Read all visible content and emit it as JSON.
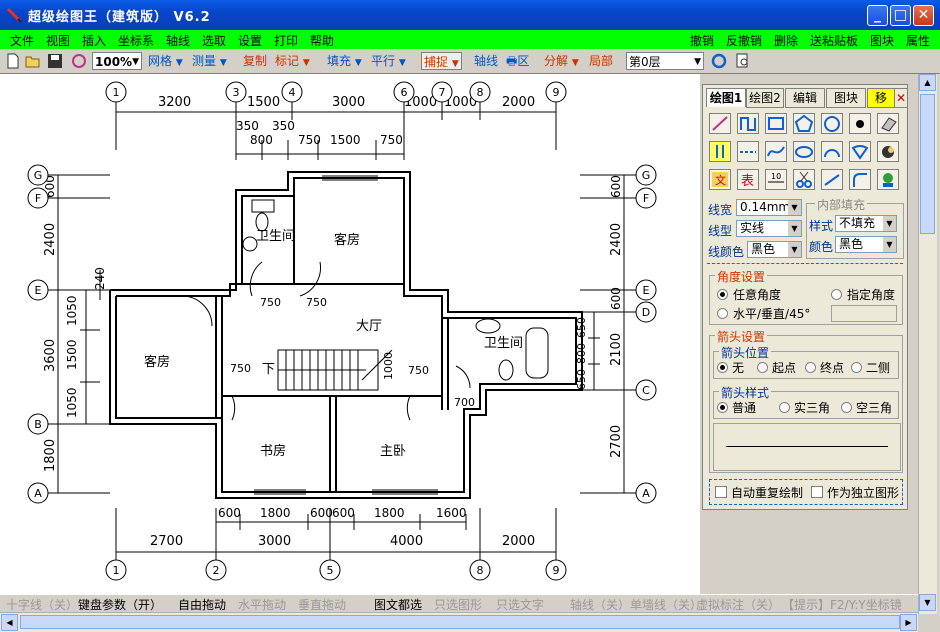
{
  "window": {
    "title": "超级绘图王（建筑版） V6.2"
  },
  "menu": {
    "left": [
      "文件",
      "视图",
      "插入",
      "坐标系",
      "轴线",
      "选取",
      "设置",
      "打印",
      "帮助"
    ],
    "right": [
      "撤销",
      "反撤销",
      "删除",
      "送粘贴板",
      "图块",
      "属性"
    ]
  },
  "toolbar": {
    "zoom": "100%",
    "grid": "网格",
    "measure": "测量",
    "copy": "复制",
    "mark": "标记",
    "fill": "填充",
    "parallel": "平行",
    "snap": "捕捉",
    "axis": "轴线",
    "region": "区",
    "explode": "分解",
    "local": "局部",
    "layer": "第0层"
  },
  "drawing": {
    "top_axes": [
      "1",
      "3",
      "4",
      "6",
      "7",
      "8",
      "9"
    ],
    "bottom_axes": [
      "1",
      "2",
      "5",
      "8",
      "9"
    ],
    "left_axes": [
      "G",
      "F",
      "E",
      "B",
      "A"
    ],
    "right_axes": [
      "G",
      "F",
      "E",
      "D",
      "C",
      "A"
    ],
    "top_dims": [
      "3200",
      "1500",
      "3000",
      "1000",
      "1000",
      "2000"
    ],
    "top_sub_dims": [
      "350",
      "350",
      "800",
      "750",
      "1500",
      "750"
    ],
    "bottom_dims": [
      "2700",
      "3000",
      "4000",
      "2000"
    ],
    "bottom_sub_dims": [
      "600",
      "1800",
      "600",
      "600",
      "1800",
      "1600"
    ],
    "left_dims": [
      "600",
      "2400",
      "3600",
      "1800"
    ],
    "left_sub_dims": [
      "240",
      "1050",
      "1500",
      "1050"
    ],
    "right_dims": [
      "600",
      "2400",
      "600",
      "2100",
      "2700"
    ],
    "right_sub_dims": [
      "650",
      "800",
      "650"
    ],
    "rooms": {
      "guest_top": "客房",
      "bath_top": "卫生间",
      "hall": "大厅",
      "guest_left": "客房",
      "bath_right": "卫生间",
      "study": "书房",
      "master": "主卧",
      "stair_down": "下"
    },
    "door_dims": [
      "750",
      "750",
      "750",
      "750",
      "1000",
      "700"
    ]
  },
  "panel": {
    "tabs": [
      "绘图1",
      "绘图2",
      "编辑",
      "图块",
      "移"
    ],
    "line_width_label": "线宽",
    "line_width_value": "0.14mm",
    "line_type_label": "线型",
    "line_type_value": "实线",
    "line_color_label": "线颜色",
    "line_color_value": "黑色",
    "inner_fill_label": "内部填充",
    "style_label": "样式",
    "style_value": "不填充",
    "color_label": "颜色",
    "color_value": "黑色",
    "angle_title": "角度设置",
    "angle_any": "任意角度",
    "angle_given": "指定角度",
    "angle_hv": "水平/垂直/45°",
    "arrow_title": "箭头设置",
    "arrow_pos_title": "箭头位置",
    "arrow_pos": [
      "无",
      "起点",
      "终点",
      "二侧"
    ],
    "arrow_style_title": "箭头样式",
    "arrow_style": [
      "普通",
      "实三角",
      "空三角"
    ],
    "auto_repeat": "自动重复绘制",
    "as_independent": "作为独立图形"
  },
  "status": [
    "十字线（关）",
    "键盘参数（开）",
    "自由拖动",
    "水平拖动",
    "垂直拖动",
    "图文都选",
    "只选图形",
    "只选文字",
    "轴线（关）",
    "单墙线（关）",
    "虚拟标注（关）",
    "【提示】F2/Y:Y坐标镜"
  ]
}
